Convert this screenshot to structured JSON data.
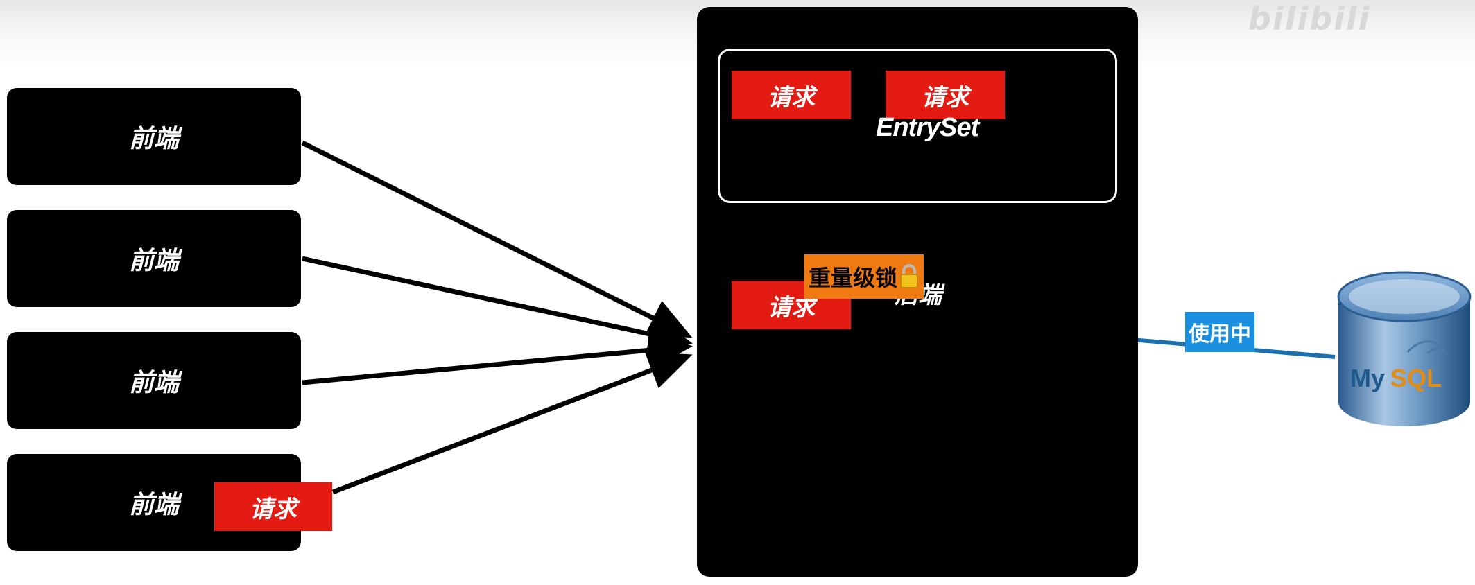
{
  "frontends": [
    {
      "label": "前端"
    },
    {
      "label": "前端"
    },
    {
      "label": "前端"
    },
    {
      "label": "前端"
    }
  ],
  "frontend_request": "请求",
  "server": {
    "entryset_label": "EntrySet",
    "entryset_requests": [
      "请求",
      "请求"
    ],
    "backend_label": "后端",
    "active_request": "请求",
    "lock_label": "重量级锁",
    "lock_icon": "lock-icon"
  },
  "connection": {
    "status_label": "使用中",
    "line_color": "#1b6fae"
  },
  "database": {
    "logo_text_1": "My",
    "logo_text_2": "SQL",
    "icon": "database-icon"
  },
  "watermark": "bilibili",
  "colors": {
    "request_red": "#e41b13",
    "lock_orange": "#f07a12",
    "status_blue": "#1a8fe0"
  }
}
